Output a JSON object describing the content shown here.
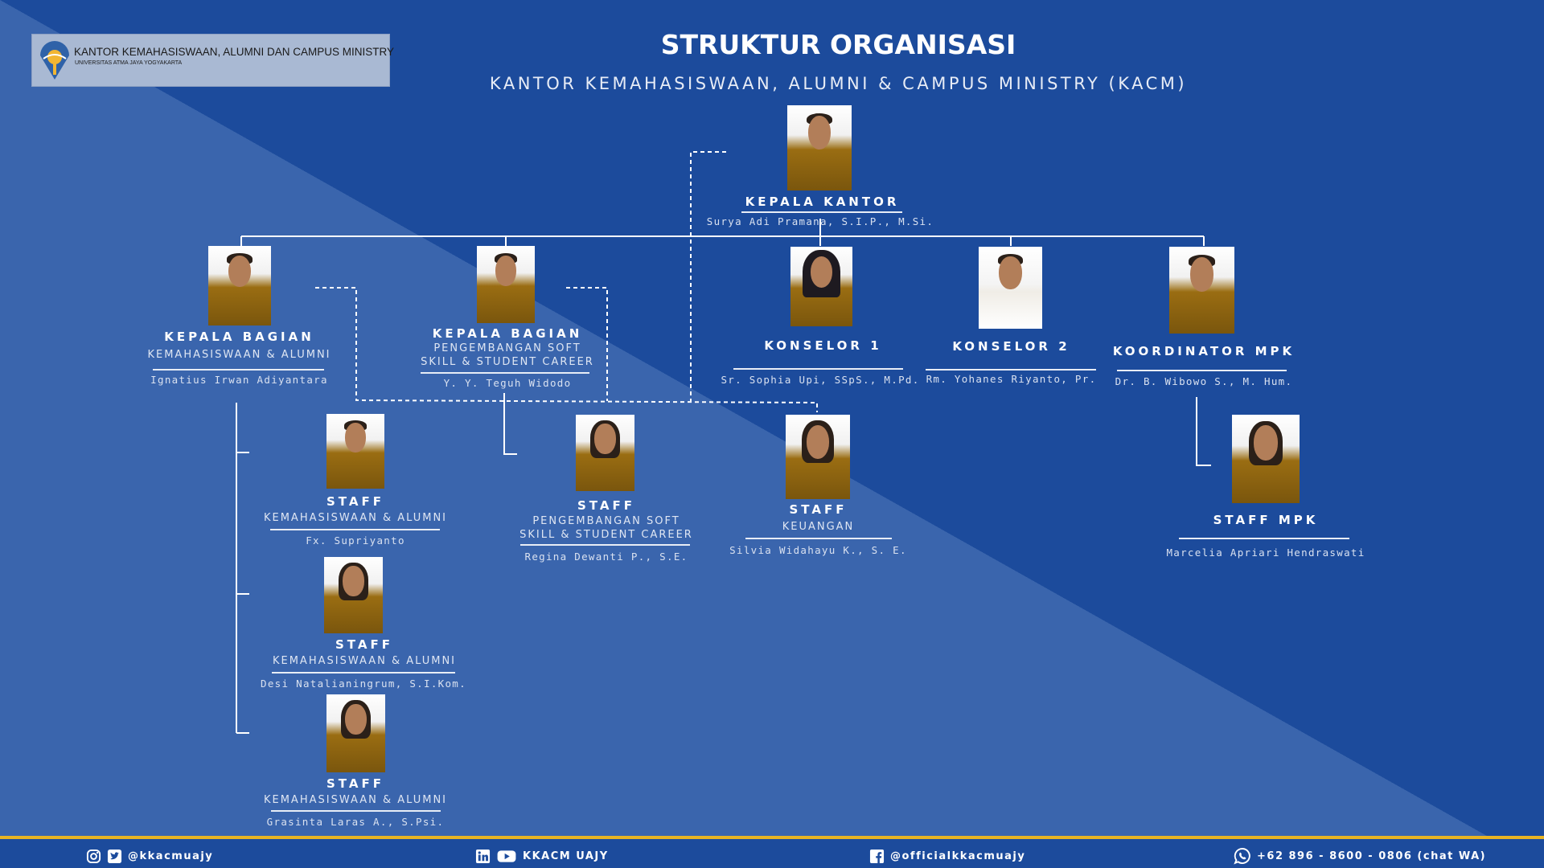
{
  "header": {
    "logo_title": "KANTOR KEMAHASISWAAN, ALUMNI DAN CAMPUS MINISTRY",
    "logo_subtitle": "UNIVERSITAS ATMA JAYA YOGYAKARTA",
    "title": "STRUKTUR ORGANISASI",
    "subtitle": "KANTOR KEMAHASISWAAN, ALUMNI & CAMPUS MINISTRY (KACM)"
  },
  "colors": {
    "bg_light": "#3a65ad",
    "bg_dark": "#1c4b9c",
    "footer_accent": "#e8b423",
    "text": "#ffffff"
  },
  "org": {
    "kepala_kantor": {
      "role": "KEPALA KANTOR",
      "name": "Surya Adi Pramana, S.I.P., M.Si."
    },
    "kabag_kemahasiswaan": {
      "role": "KEPALA BAGIAN",
      "dept": "KEMAHASISWAAN & ALUMNI",
      "name": "Ignatius Irwan Adiyantara"
    },
    "kabag_softskill": {
      "role": "KEPALA BAGIAN",
      "dept1": "PENGEMBANGAN SOFT",
      "dept2": "SKILL & STUDENT CAREER",
      "name": "Y. Y. Teguh Widodo"
    },
    "konselor1": {
      "role": "KONSELOR 1",
      "name": "Sr. Sophia Upi, SSpS., M.Pd."
    },
    "konselor2": {
      "role": "KONSELOR 2",
      "name": "Rm. Yohanes Riyanto, Pr."
    },
    "koordinator_mpk": {
      "role": "KOORDINATOR MPK",
      "name": "Dr. B. Wibowo S., M. Hum."
    },
    "staff_kema_1": {
      "role": "STAFF",
      "dept": "KEMAHASISWAAN & ALUMNI",
      "name": "Fx. Supriyanto"
    },
    "staff_kema_2": {
      "role": "STAFF",
      "dept": "KEMAHASISWAAN & ALUMNI",
      "name": "Desi Natalianingrum, S.I.Kom."
    },
    "staff_kema_3": {
      "role": "STAFF",
      "dept": "KEMAHASISWAAN & ALUMNI",
      "name": "Grasinta Laras A., S.Psi."
    },
    "staff_softskill": {
      "role": "STAFF",
      "dept1": "PENGEMBANGAN SOFT",
      "dept2": "SKILL & STUDENT CAREER",
      "name": "Regina Dewanti P., S.E."
    },
    "staff_keuangan": {
      "role": "STAFF",
      "dept": "KEUANGAN",
      "name": "Silvia Widahayu K., S. E."
    },
    "staff_mpk": {
      "role": "STAFF MPK",
      "name": "Marcelia Apriari Hendraswati"
    }
  },
  "footer": {
    "instagram_twitter": "@kkacmuajy",
    "linkedin_youtube": "KKACM UAJY",
    "facebook": "@officialkkacmuajy",
    "whatsapp": "+62 896 - 8600 - 0806 (chat WA)"
  }
}
